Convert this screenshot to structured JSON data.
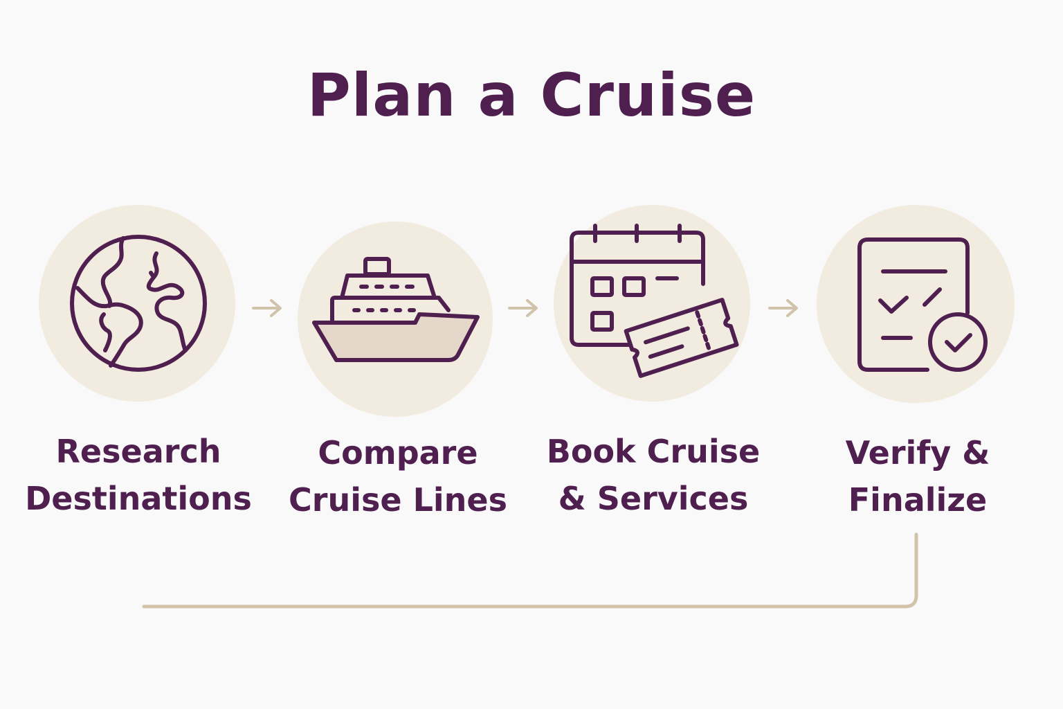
{
  "title": "Plan a Cruise",
  "colors": {
    "primary": "#4e1f4f",
    "circle_fill": "#f2ebdf",
    "connector": "#d1c2aa",
    "hull_fill": "#e6d7cb",
    "background": "#faf9f9"
  },
  "steps": [
    {
      "icon": "globe-icon",
      "label_line1": "Research",
      "label_line2": "Destinations"
    },
    {
      "icon": "cruise-ship-icon",
      "label_line1": "Compare",
      "label_line2": "Cruise Lines"
    },
    {
      "icon": "calendar-ticket-icon",
      "label_line1": "Book Cruise",
      "label_line2": "& Services"
    },
    {
      "icon": "checklist-verified-icon",
      "label_line1": "Verify &",
      "label_line2": "Finalize"
    }
  ]
}
